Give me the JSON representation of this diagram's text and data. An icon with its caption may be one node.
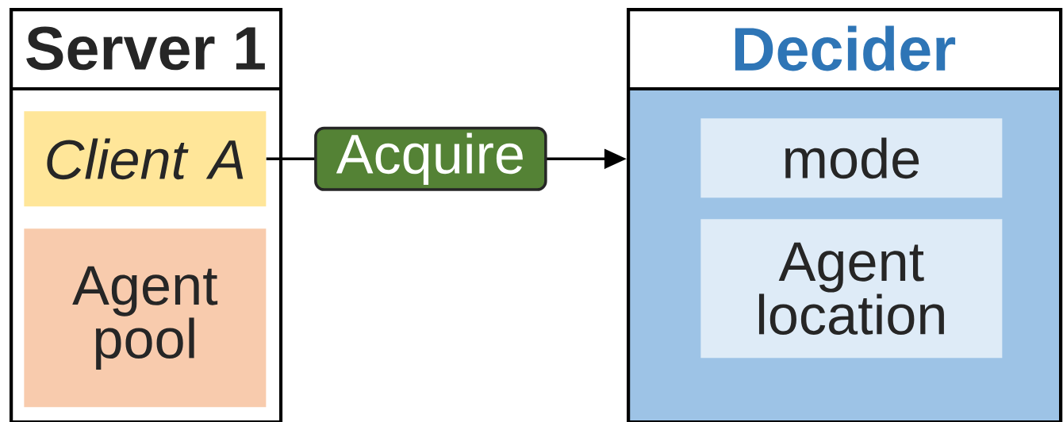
{
  "diagram": {
    "nodes": [
      {
        "text": [
          "Server 1"
        ]
      },
      {
        "text": [
          "Client A"
        ],
        "in": 0
      },
      {
        "text": [
          "Agent pool"
        ],
        "in": 0
      },
      {
        "text": [
          "Decider"
        ]
      },
      {
        "text": [
          "mode"
        ],
        "in": 3
      },
      {
        "text": [
          "Agent location"
        ],
        "in": 3
      }
    ],
    "edges": [
      {
        "from": 1,
        "to": 3,
        "arrow": "to",
        "label": "Acquire"
      }
    ]
  }
}
